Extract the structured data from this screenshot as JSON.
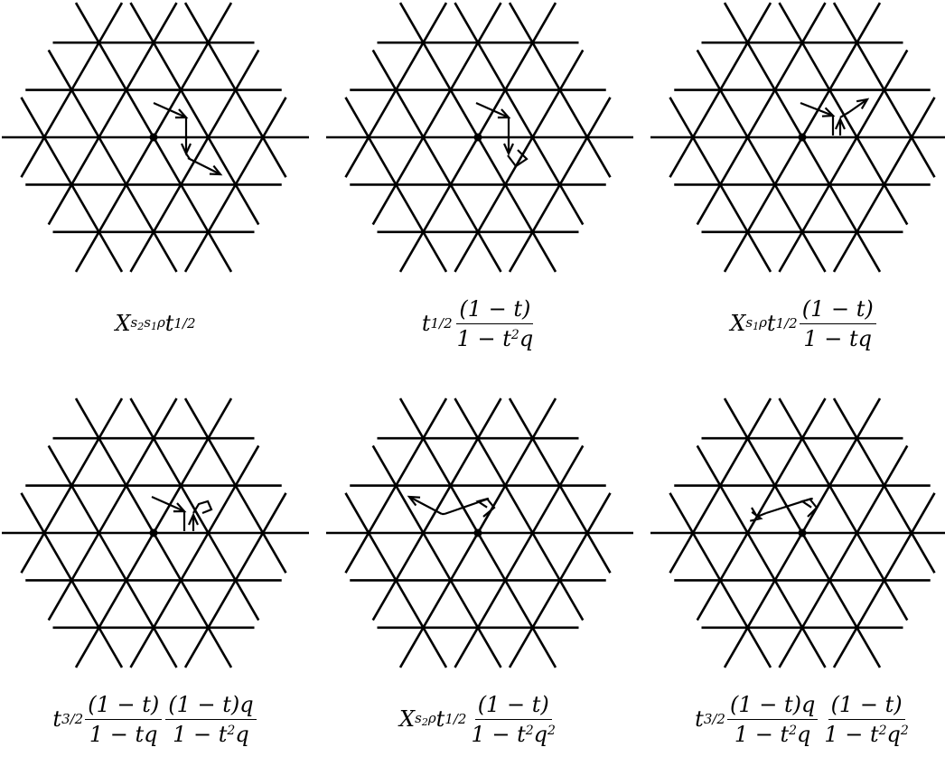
{
  "panels": [
    {
      "id": "p1",
      "caption": [
        {
          "t": "X"
        },
        {
          "t": "sup",
          "parts": [
            {
              "t": "s"
            },
            {
              "t": "sub",
              "v": "2"
            },
            {
              "t": "s"
            },
            {
              "t": "sub",
              "v": "1"
            },
            {
              "t": "ρ"
            }
          ]
        },
        {
          "t": "t"
        },
        {
          "t": "sup",
          "parts": [
            {
              "t": "1/2"
            }
          ]
        }
      ],
      "path_steps": [
        "east-southeast",
        "south",
        "east-southeast"
      ]
    },
    {
      "id": "p2",
      "caption": [
        {
          "t": "t"
        },
        {
          "t": "sup",
          "parts": [
            {
              "t": "1/2"
            }
          ]
        },
        {
          "t": "frac",
          "num": "(1 − t)",
          "den": [
            {
              "t": "1 − t"
            },
            {
              "t": "fsup",
              "v": "2"
            },
            {
              "t": "q"
            }
          ]
        }
      ],
      "path_steps": [
        "east-southeast",
        "south",
        "reflect"
      ]
    },
    {
      "id": "p3",
      "caption": [
        {
          "t": "X"
        },
        {
          "t": "sup",
          "parts": [
            {
              "t": "s"
            },
            {
              "t": "sub",
              "v": "1"
            },
            {
              "t": "ρ"
            }
          ]
        },
        {
          "t": "t"
        },
        {
          "t": "sup",
          "parts": [
            {
              "t": "1/2"
            }
          ]
        },
        {
          "t": "frac",
          "num": "(1 − t)",
          "den": [
            {
              "t": "1 − tq"
            }
          ]
        }
      ],
      "path_steps": [
        "east-southeast",
        "north",
        "northeast"
      ]
    },
    {
      "id": "p4",
      "caption": [
        {
          "t": "t"
        },
        {
          "t": "sup",
          "parts": [
            {
              "t": "3/2"
            }
          ]
        },
        {
          "t": "frac",
          "num": "(1 − t)",
          "den": [
            {
              "t": "1 − tq"
            }
          ]
        },
        {
          "t": "frac",
          "num": "(1 − t)q",
          "den": [
            {
              "t": "1 − t"
            },
            {
              "t": "fsup",
              "v": "2"
            },
            {
              "t": "q"
            }
          ]
        }
      ],
      "path_steps": [
        "east-southeast",
        "north",
        "reflect"
      ]
    },
    {
      "id": "p5",
      "caption": [
        {
          "t": "X"
        },
        {
          "t": "sup",
          "parts": [
            {
              "t": "s"
            },
            {
              "t": "sub",
              "v": "2"
            },
            {
              "t": "ρ"
            }
          ]
        },
        {
          "t": "t"
        },
        {
          "t": "sup",
          "parts": [
            {
              "t": "1/2"
            }
          ]
        },
        {
          "t": "frac",
          "num": "(1 − t)",
          "den": [
            {
              "t": "1 − t"
            },
            {
              "t": "fsup",
              "v": "2"
            },
            {
              "t": "q"
            },
            {
              "t": "fsup",
              "v": "2"
            }
          ]
        }
      ],
      "path_steps": [
        "reflect",
        "west-southwest",
        "west-northwest"
      ]
    },
    {
      "id": "p6",
      "caption": [
        {
          "t": "t"
        },
        {
          "t": "sup",
          "parts": [
            {
              "t": "3/2"
            }
          ]
        },
        {
          "t": "frac",
          "num": "(1 − t)q",
          "den": [
            {
              "t": "1 − t"
            },
            {
              "t": "fsup",
              "v": "2"
            },
            {
              "t": "q"
            }
          ]
        },
        {
          "t": "frac",
          "num": "(1 − t)",
          "den": [
            {
              "t": "1 − t"
            },
            {
              "t": "fsup",
              "v": "2"
            },
            {
              "t": "q"
            },
            {
              "t": "fsup",
              "v": "2"
            }
          ]
        }
      ],
      "path_steps": [
        "reflect",
        "west-southwest",
        "reflect"
      ]
    }
  ],
  "colors": {
    "ink": "#000000",
    "background": "#ffffff"
  }
}
